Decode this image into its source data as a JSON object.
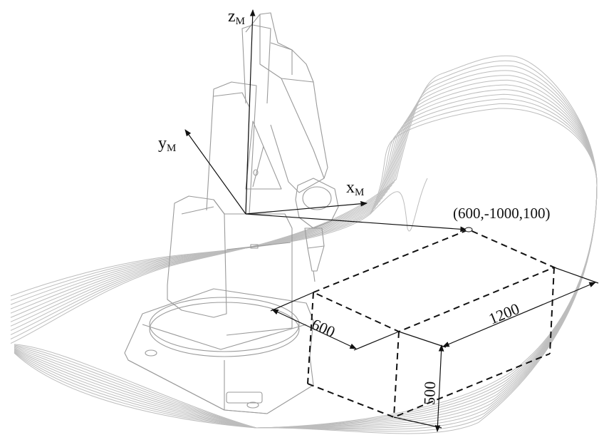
{
  "axes": {
    "z": {
      "letter": "z",
      "subscript": "M"
    },
    "y": {
      "letter": "y",
      "subscript": "M"
    },
    "x": {
      "letter": "x",
      "subscript": "M"
    }
  },
  "corner_label": "(600,-1000,100)",
  "dimensions": {
    "length": "1200",
    "width": "600",
    "height": "500"
  }
}
